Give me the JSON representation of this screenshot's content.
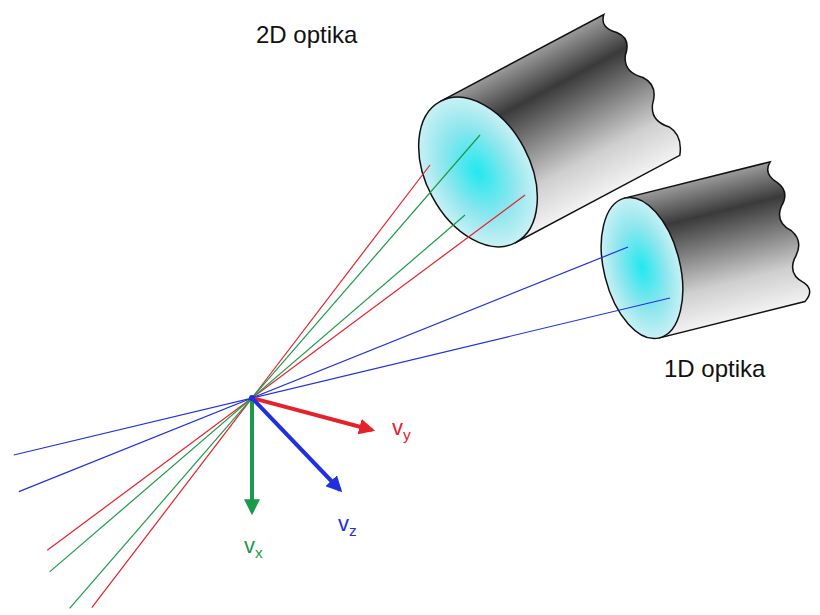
{
  "diagram": {
    "labels": [
      "2D optika",
      "1D optika",
      "vy",
      "vz",
      "vx"
    ]
  }
}
